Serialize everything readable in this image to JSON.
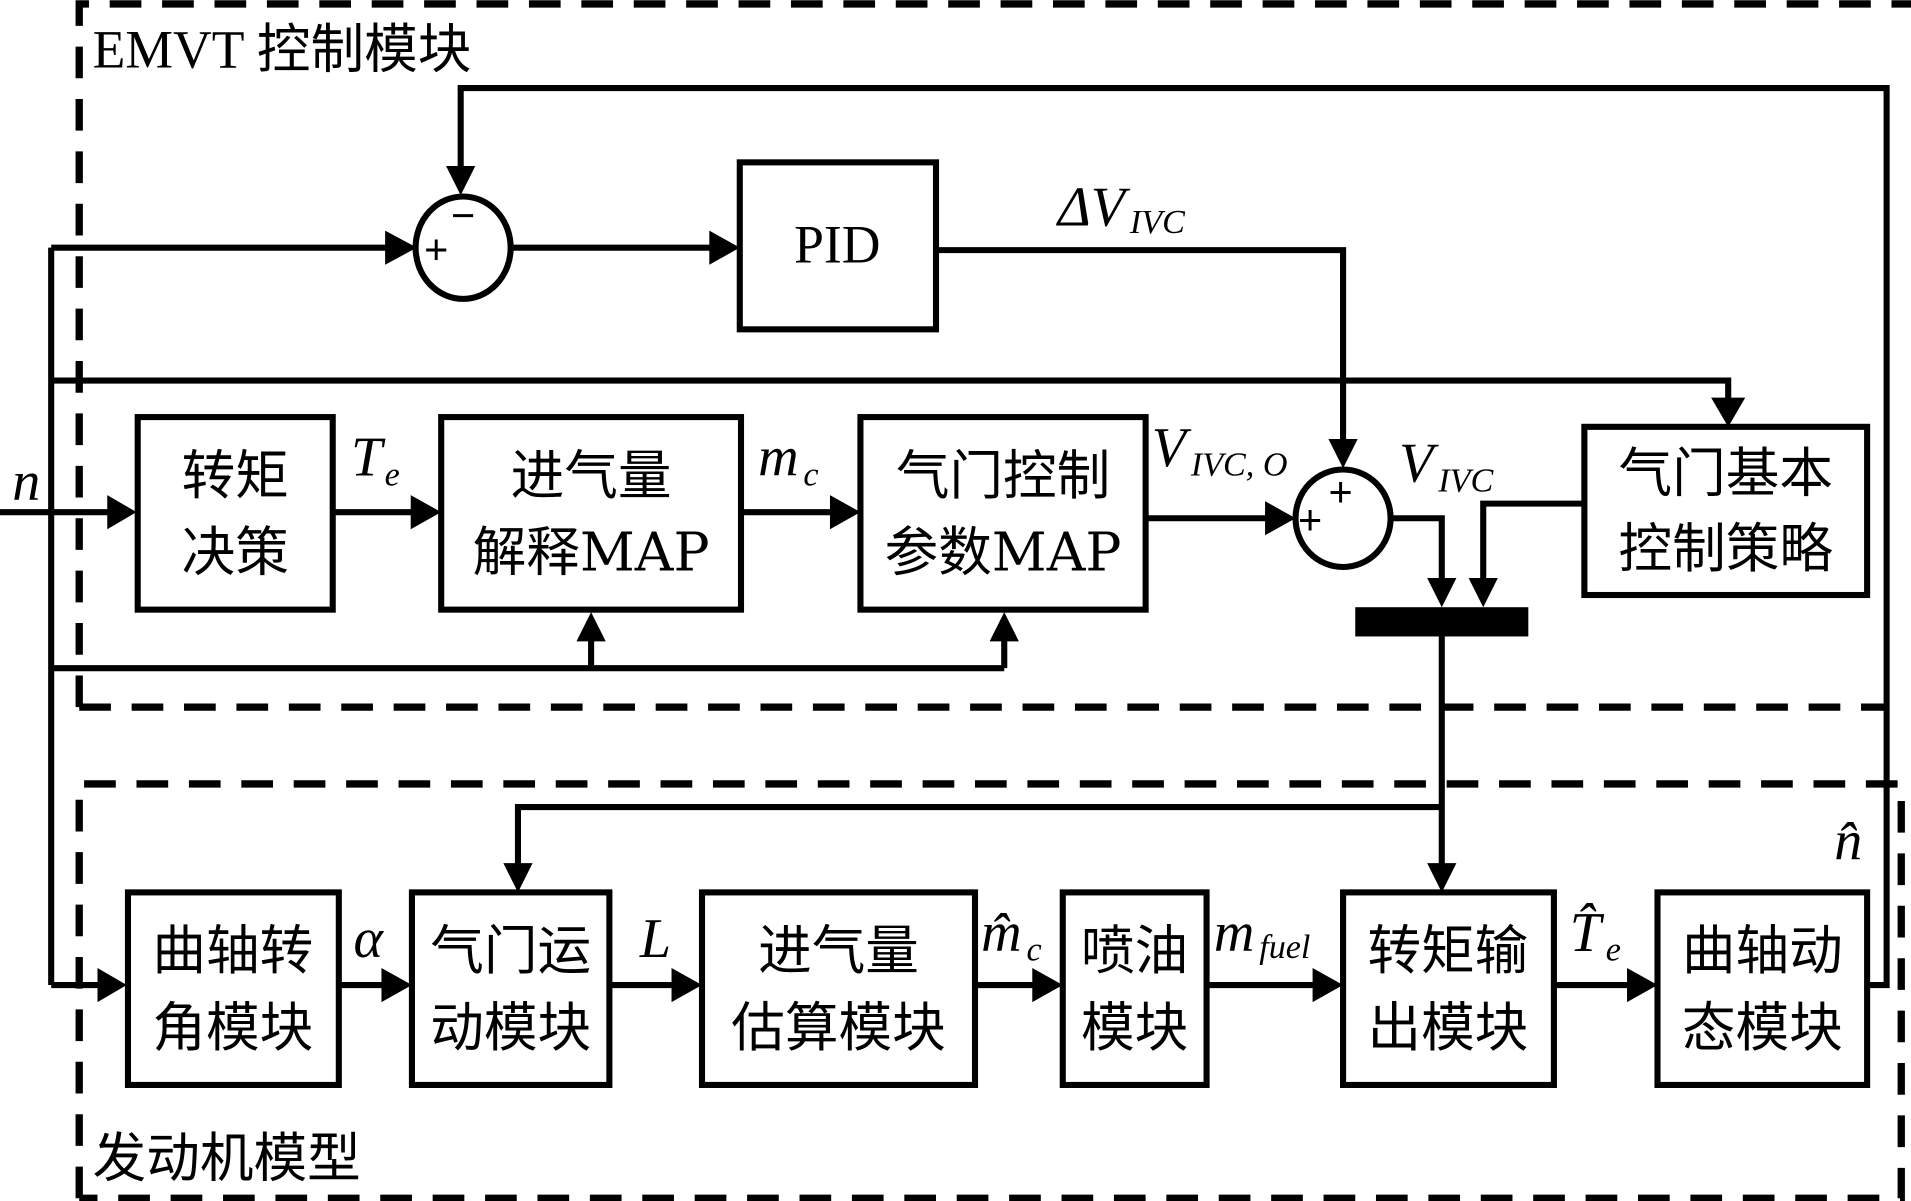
{
  "groups": {
    "control": "EMVT 控制模块",
    "engine": "发动机模型"
  },
  "blocks": {
    "pid": "PID",
    "torque_decision": [
      "转矩",
      "决策"
    ],
    "intake_map": [
      "进气量",
      "解释MAP"
    ],
    "valve_param_map": [
      "气门控制",
      "参数MAP"
    ],
    "valve_basic_strategy": [
      "气门基本",
      "控制策略"
    ],
    "crank_angle": [
      "曲轴转",
      "角模块"
    ],
    "valve_motion": [
      "气门运",
      "动模块"
    ],
    "intake_estimate": [
      "进气量",
      "估算模块"
    ],
    "injection": [
      "喷油",
      "模块"
    ],
    "torque_output": [
      "转矩输",
      "出模块"
    ],
    "crank_dynamics": [
      "曲轴动",
      "态模块"
    ]
  },
  "signals": {
    "n": {
      "main": "n",
      "sub": ""
    },
    "Te": {
      "main": "T",
      "sub": "e"
    },
    "mc": {
      "main": "m",
      "sub": "c"
    },
    "V_ivc_o": {
      "main": "V",
      "sub": "IVC, O"
    },
    "V_ivc": {
      "main": "V",
      "sub": "IVC"
    },
    "dV_ivc": {
      "main": "ΔV",
      "sub": "IVC"
    },
    "alpha": {
      "main": "α",
      "sub": ""
    },
    "L": {
      "main": "L",
      "sub": ""
    },
    "mc_hat": {
      "main": "m̂",
      "sub": "c"
    },
    "m_fuel": {
      "main": "m",
      "sub": "fuel"
    },
    "Te_hat": {
      "main": "T̂",
      "sub": "e"
    },
    "n_hat": {
      "main": "n̂",
      "sub": ""
    }
  },
  "summing_junctions": {
    "speed_error": {
      "top": "−",
      "left": "+"
    },
    "ivc_sum": {
      "top": "+",
      "left": "+"
    }
  }
}
